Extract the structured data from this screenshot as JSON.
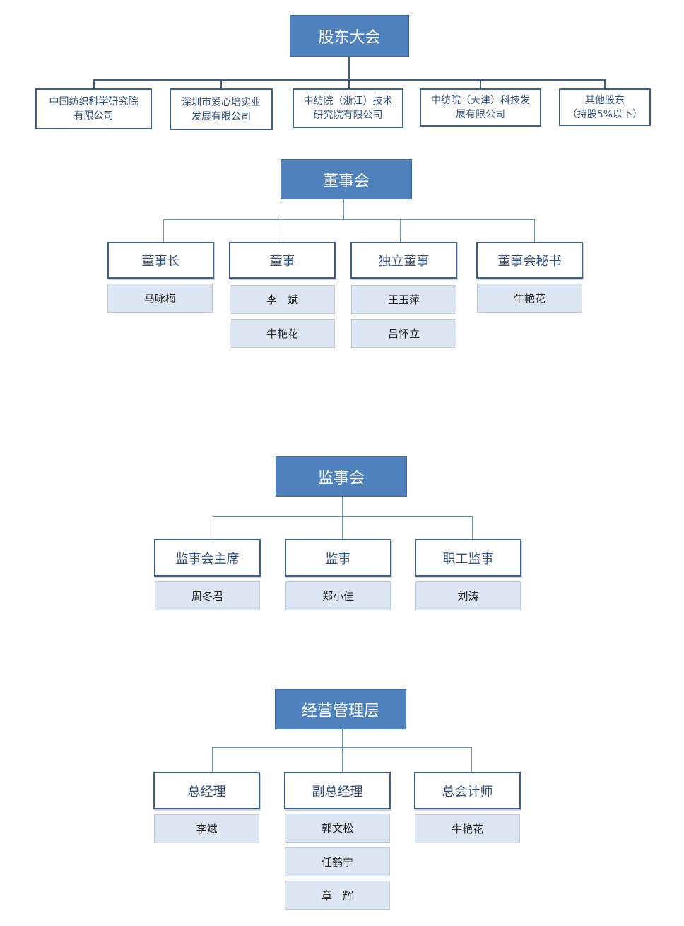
{
  "shareholders": {
    "title": "股东大会",
    "items": [
      {
        "line1": "中国纺织科学研究院",
        "line2": "有限公司"
      },
      {
        "line1": "深圳市爱心培实业",
        "line2": "发展有限公司"
      },
      {
        "line1": "中纺院（浙江）技术",
        "line2": "研究院有限公司"
      },
      {
        "line1": "中纺院（天津）科技发",
        "line2": "展有限公司"
      },
      {
        "line1": "其他股东",
        "line2": "（持股5%以下）"
      }
    ]
  },
  "board": {
    "title": "董事会",
    "roles": [
      {
        "label": "董事长",
        "people": [
          "马咏梅"
        ]
      },
      {
        "label": "董事",
        "people": [
          "李　斌",
          "牛艳花"
        ]
      },
      {
        "label": "独立董事",
        "people": [
          "王玉萍",
          "吕怀立"
        ]
      },
      {
        "label": "董事会秘书",
        "people": [
          "牛艳花"
        ]
      }
    ]
  },
  "supervisors": {
    "title": "监事会",
    "roles": [
      {
        "label": "监事会主席",
        "people": [
          "周冬君"
        ]
      },
      {
        "label": "监事",
        "people": [
          "郑小佳"
        ]
      },
      {
        "label": "职工监事",
        "people": [
          "刘涛"
        ]
      }
    ]
  },
  "management": {
    "title": "经营管理层",
    "roles": [
      {
        "label": "总经理",
        "people": [
          "李斌"
        ]
      },
      {
        "label": "副总经理",
        "people": [
          "郭文松",
          "任鹤宁",
          "章　辉"
        ]
      },
      {
        "label": "总会计师",
        "people": [
          "牛艳花"
        ]
      }
    ]
  }
}
